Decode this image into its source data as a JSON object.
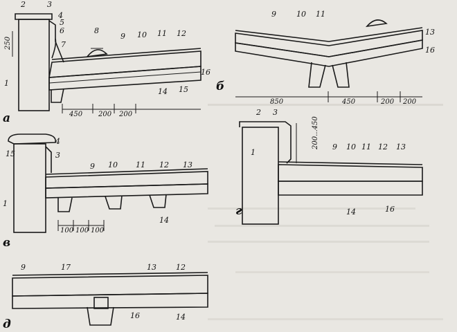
{
  "panels": {
    "a": {
      "letter": "а"
    },
    "b": {
      "letter": "б"
    },
    "v": {
      "letter": "в"
    },
    "g": {
      "letter": "г"
    },
    "d": {
      "letter": "д"
    }
  },
  "callouts": [
    "1",
    "2",
    "3",
    "4",
    "5",
    "6",
    "7",
    "8",
    "9",
    "10",
    "11",
    "12",
    "13",
    "14",
    "15",
    "16",
    "17"
  ],
  "dimensions": {
    "a_height": "250",
    "a_450": "450",
    "a_200": "200",
    "a_200b": "200",
    "b_850": "850",
    "b_450": "450",
    "b_200": "200",
    "b_200b": "200",
    "g_height": "200...450",
    "v_100a": "100",
    "v_100b": "100",
    "v_100c": "100"
  }
}
